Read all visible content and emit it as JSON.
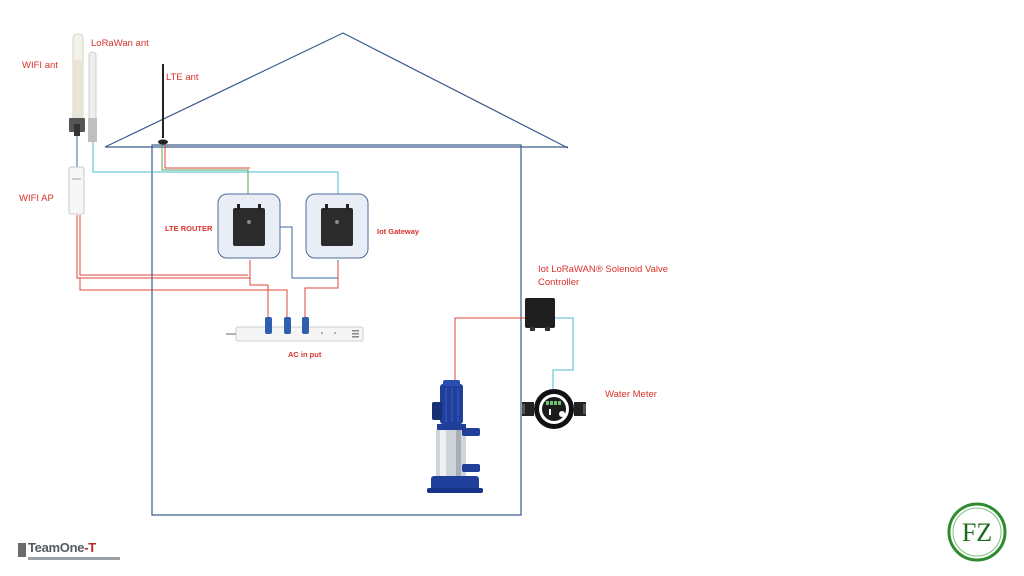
{
  "labels": {
    "wifi_ant": "WIFI  ant",
    "lorawan_ant": "LoRaWan  ant",
    "lte_ant": "LTE ant",
    "wifi_ap": "WIFI  AP",
    "lte_router": "LTE ROUTER",
    "iot_gateway": "Iot Gateway",
    "ac_input": "AC in put",
    "valve_controller": "Iot LoRaWAN® Solenoid Valve\nController",
    "water_meter": "Water Meter"
  },
  "branding": {
    "team_one": "TeamOne",
    "team_suffix": "-T",
    "fz_logo": "FZ"
  },
  "colors": {
    "label_red": "#d9322b",
    "house_outline": "#3a5a8c",
    "wire_red": "#e0443a",
    "wire_cyan": "#4dbdd0",
    "wire_green": "#5aa35a",
    "wire_blue": "#3a6aa8",
    "device_box": "#e9eef6",
    "pump_blue": "#1f3f9a",
    "fz_green": "#2e8b2e"
  },
  "icons": [
    "wifi-antenna-icon",
    "lorawan-antenna-icon",
    "lte-antenna-icon",
    "wifi-ap-icon",
    "lte-router-icon",
    "iot-gateway-icon",
    "power-strip-icon",
    "power-plug-icon",
    "solenoid-valve-controller-icon",
    "water-meter-icon",
    "water-pump-icon"
  ]
}
